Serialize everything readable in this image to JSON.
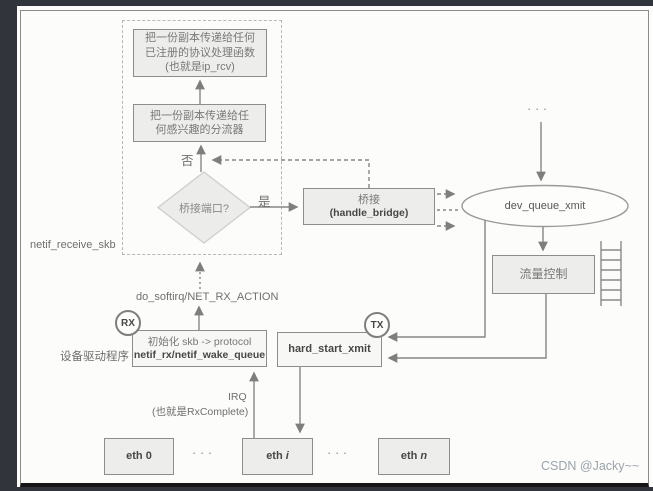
{
  "watermark": "CSDN @Jacky~~",
  "colors": {
    "frame_bg": "#31353b",
    "page_bg": "#fcfcfa",
    "box_fill": "#ededeb",
    "box_border": "#8d8d8b",
    "arrow": "#828280",
    "text": "#6a6a68",
    "watermark_color": "#9ba3aa"
  },
  "diagram": {
    "region_label": "netif_receive_skb",
    "device_driver_label": "设备驱动程序",
    "boxes": {
      "copy_protocol": {
        "lines": [
          "把一份副本传递给任何",
          "已注册的协议处理函数",
          "(也就是ip_rcv)"
        ]
      },
      "copy_taps": {
        "lines": [
          "把一份副本传递给任",
          "何感兴趣的分流器"
        ]
      },
      "bridge_question": "桥接端口?",
      "handle_bridge": {
        "lines": [
          "桥接",
          "(handle_bridge)"
        ]
      },
      "dev_queue_xmit": "dev_queue_xmit",
      "traffic_control": "流量控制",
      "netif_rx": {
        "line1": "初始化 skb -> protocol",
        "line2": "netif_rx/netif_wake_queue"
      },
      "hard_start_xmit": "hard_start_xmit",
      "eth0": "eth 0",
      "eth_i": {
        "prefix": "eth ",
        "var": "i"
      },
      "eth_n": {
        "prefix": "eth ",
        "var": "n"
      }
    },
    "badges": {
      "rx": "RX",
      "tx": "TX"
    },
    "edge_labels": {
      "no": "否",
      "yes": "是",
      "do_softirq": "do_softirq/NET_RX_ACTION",
      "irq": "IRQ",
      "irq_sub": "(也就是RxComplete)",
      "dots_top": "· · ·",
      "dots_eth_left": "· · ·",
      "dots_eth_right": "· · ·"
    }
  }
}
